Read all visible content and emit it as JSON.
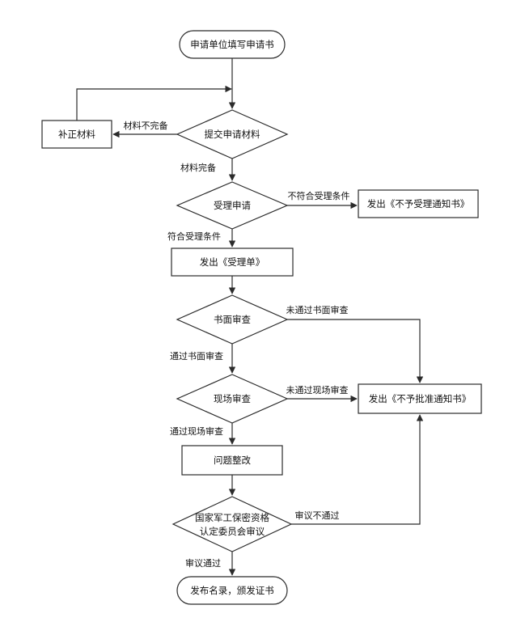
{
  "colors": {
    "stroke": "#2b2b2b",
    "text": "#111111",
    "background": "#ffffff"
  },
  "nodes": {
    "start": "申请单位填写申请书",
    "submit": "提交申请材料",
    "supplement": "补正材料",
    "accept": "受理申请",
    "not_accepted_notice": "发出《不予受理通知书》",
    "acceptance_slip": "发出《受理单》",
    "written_review": "书面审查",
    "onsite_review": "现场审查",
    "not_approved_notice": "发出《不予批准通知书》",
    "rectify": "问题整改",
    "committee_line1": "国家军工保密资格",
    "committee_line2": "认定委员会审议",
    "end": "发布名录，颁发证书"
  },
  "edges": {
    "incomplete": "材料不完备",
    "complete": "材料完备",
    "not_meet": "不符合受理条件",
    "meet": "符合受理条件",
    "written_fail": "未通过书面审查",
    "written_pass": "通过书面审查",
    "onsite_fail": "未通过现场审查",
    "onsite_pass": "通过现场审查",
    "review_fail": "审议不通过",
    "review_pass": "审议通过"
  }
}
